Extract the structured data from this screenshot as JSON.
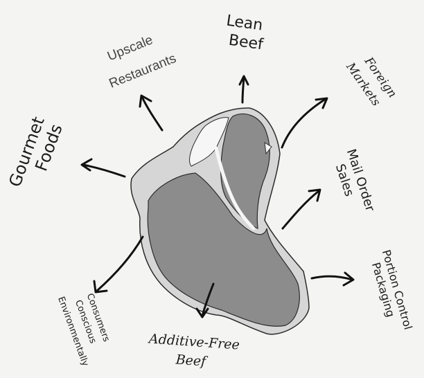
{
  "labels": {
    "lean_beef": [
      "Lean",
      "Beef"
    ],
    "upscale_restaurants": [
      "Upscale",
      "Restaurants"
    ],
    "foreign_markets": [
      "Foreign",
      "Markets"
    ],
    "gourmet_foods": [
      "Gourmet",
      "Foods"
    ],
    "mail_order_sales": [
      "Mail Order",
      "Sales"
    ],
    "portion_control_packaging": [
      "Portion Control",
      "Packaging"
    ],
    "environmentally_conscious_consumers": [
      "Environmentally",
      "Conscious",
      "Consumers"
    ],
    "additive_free_beef": [
      "Additive-Free",
      "Beef"
    ]
  },
  "colors": {
    "background": "#f4f4f2",
    "steak_meat": "#8c8c8c",
    "steak_fat": "#d6d6d6",
    "steak_outline": "#2a2a2a",
    "bone": "#f6f6f6"
  }
}
